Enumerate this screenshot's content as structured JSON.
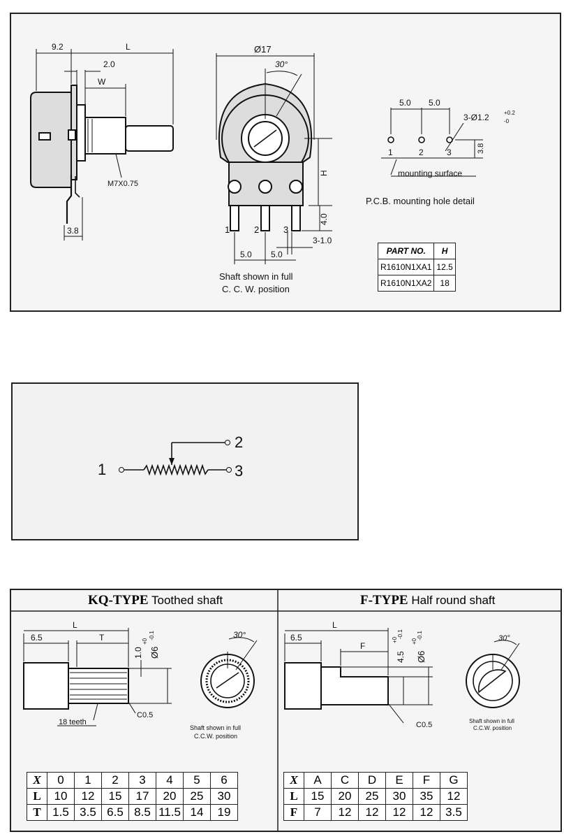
{
  "top": {
    "dims": {
      "d92": "9.2",
      "dL": "L",
      "d20": "2.0",
      "dW": "W",
      "thread": "M7X0.75",
      "d38": "3.8",
      "dia17": "Ø17",
      "angle": "30°",
      "dH": "H",
      "d40": "4.0",
      "d310": "3-1.0",
      "p50a": "5.0",
      "p50b": "5.0",
      "pin1": "1",
      "pin2": "2",
      "pin3": "3"
    },
    "caption": [
      "Shaft shown in full",
      "C. C. W.  position"
    ],
    "pcb": {
      "d50a": "5.0",
      "d50b": "5.0",
      "hole_dia": "3-Ø1.2",
      "tol_plus": "+0.2",
      "tol_minus": "-0",
      "h1": "1",
      "h2": "2",
      "h3": "3",
      "d38": "3.8",
      "surface": "mounting surface",
      "title": "P.C.B.  mounting hole detail"
    },
    "part_table": {
      "headers": [
        "PART NO.",
        "H"
      ],
      "rows": [
        [
          "R1610N1XA1",
          "12.5"
        ],
        [
          "R1610N1XA2",
          "18"
        ]
      ]
    }
  },
  "schematic": {
    "t1": "1",
    "t2": "2",
    "t3": "3"
  },
  "bottom": {
    "kq": {
      "title_bold": "KQ-TYPE",
      "title_rest": "Toothed shaft",
      "dL": "L",
      "d65": "6.5",
      "dT": "T",
      "d10": "1.0",
      "dia6": "Ø6",
      "tol_p": "+0",
      "tol_m": "-0.1",
      "angle": "30°",
      "c05": "C0.5",
      "teeth": "18 teeth",
      "caption": [
        "Shaft shown in full",
        "C.C.W. position"
      ],
      "table": {
        "x_row": [
          "X",
          "0",
          "1",
          "2",
          "3",
          "4",
          "5",
          "6"
        ],
        "l_row": [
          "L",
          "10",
          "12",
          "15",
          "17",
          "20",
          "25",
          "30"
        ],
        "t_row": [
          "T",
          "1.5",
          "3.5",
          "6.5",
          "8.5",
          "11.5",
          "14",
          "19"
        ]
      }
    },
    "f": {
      "title_bold": "F-TYPE",
      "title_rest": "Half round shaft",
      "dL": "L",
      "d65": "6.5",
      "dF": "F",
      "d45": "4.5",
      "tol45_p": "+0",
      "tol45_m": "-0.1",
      "dia6": "Ø6",
      "tol_p": "+0",
      "tol_m": "-0.1",
      "angle": "30°",
      "c05": "C0.5",
      "caption": [
        "Shaft shown in full",
        "C.C.W. position"
      ],
      "table": {
        "x_row": [
          "X",
          "A",
          "C",
          "D",
          "E",
          "F",
          "G"
        ],
        "l_row": [
          "L",
          "15",
          "20",
          "25",
          "30",
          "35",
          "12"
        ],
        "f_row": [
          "F",
          "7",
          "12",
          "12",
          "12",
          "12",
          "3.5"
        ]
      }
    }
  }
}
